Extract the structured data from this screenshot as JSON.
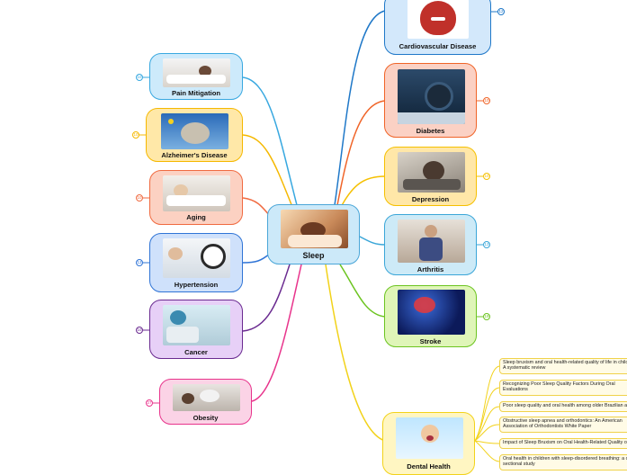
{
  "center": {
    "label": "Sleep"
  },
  "nodes": {
    "cardiovascular": {
      "label": "Cardiovascular Disease",
      "badge": "12"
    },
    "diabetes": {
      "label": "Diabetes",
      "badge": "10"
    },
    "depression": {
      "label": "Depression",
      "badge": "10"
    },
    "arthritis": {
      "label": "Arthritis",
      "badge": "13"
    },
    "stroke": {
      "label": "Stroke",
      "badge": "19"
    },
    "dental": {
      "label": "Dental Health"
    },
    "pain": {
      "label": "Pain Mitigation",
      "badge": "10"
    },
    "alzheimers": {
      "label": "Alzheimer's Disease",
      "badge": "10"
    },
    "aging": {
      "label": "Aging",
      "badge": "10"
    },
    "hypertension": {
      "label": "Hypertension",
      "badge": "13"
    },
    "cancer": {
      "label": "Cancer",
      "badge": "10"
    },
    "obesity": {
      "label": "Obesity",
      "badge": "27"
    }
  },
  "references": [
    "Sleep bruxism and oral health-related quality of life in children: A systematic review",
    "Recognizing Poor Sleep Quality Factors During Oral Evaluations",
    "Poor sleep quality and oral health among older Brazilian adults",
    "Obstructive sleep apnea and orthodontics: An American Association of Orthodontists White Paper",
    "Impact of Sleep Bruxism on Oral Health-Related Quality of Life",
    "Oral health in children with sleep-disordered breathing: a cross-sectional study"
  ],
  "colors": {
    "cardiovascular": "#1f78c8",
    "diabetes": "#f06428",
    "depression": "#f5c000",
    "arthritis": "#3aa6d8",
    "stroke": "#6cc420",
    "dental": "#f2d21a",
    "pain": "#38a8e0",
    "alzheimers": "#f5b800",
    "aging": "#f06a40",
    "hypertension": "#2f74d6",
    "cancer": "#6a2a90",
    "obesity": "#e8348c",
    "center": "#4aa6d8"
  }
}
